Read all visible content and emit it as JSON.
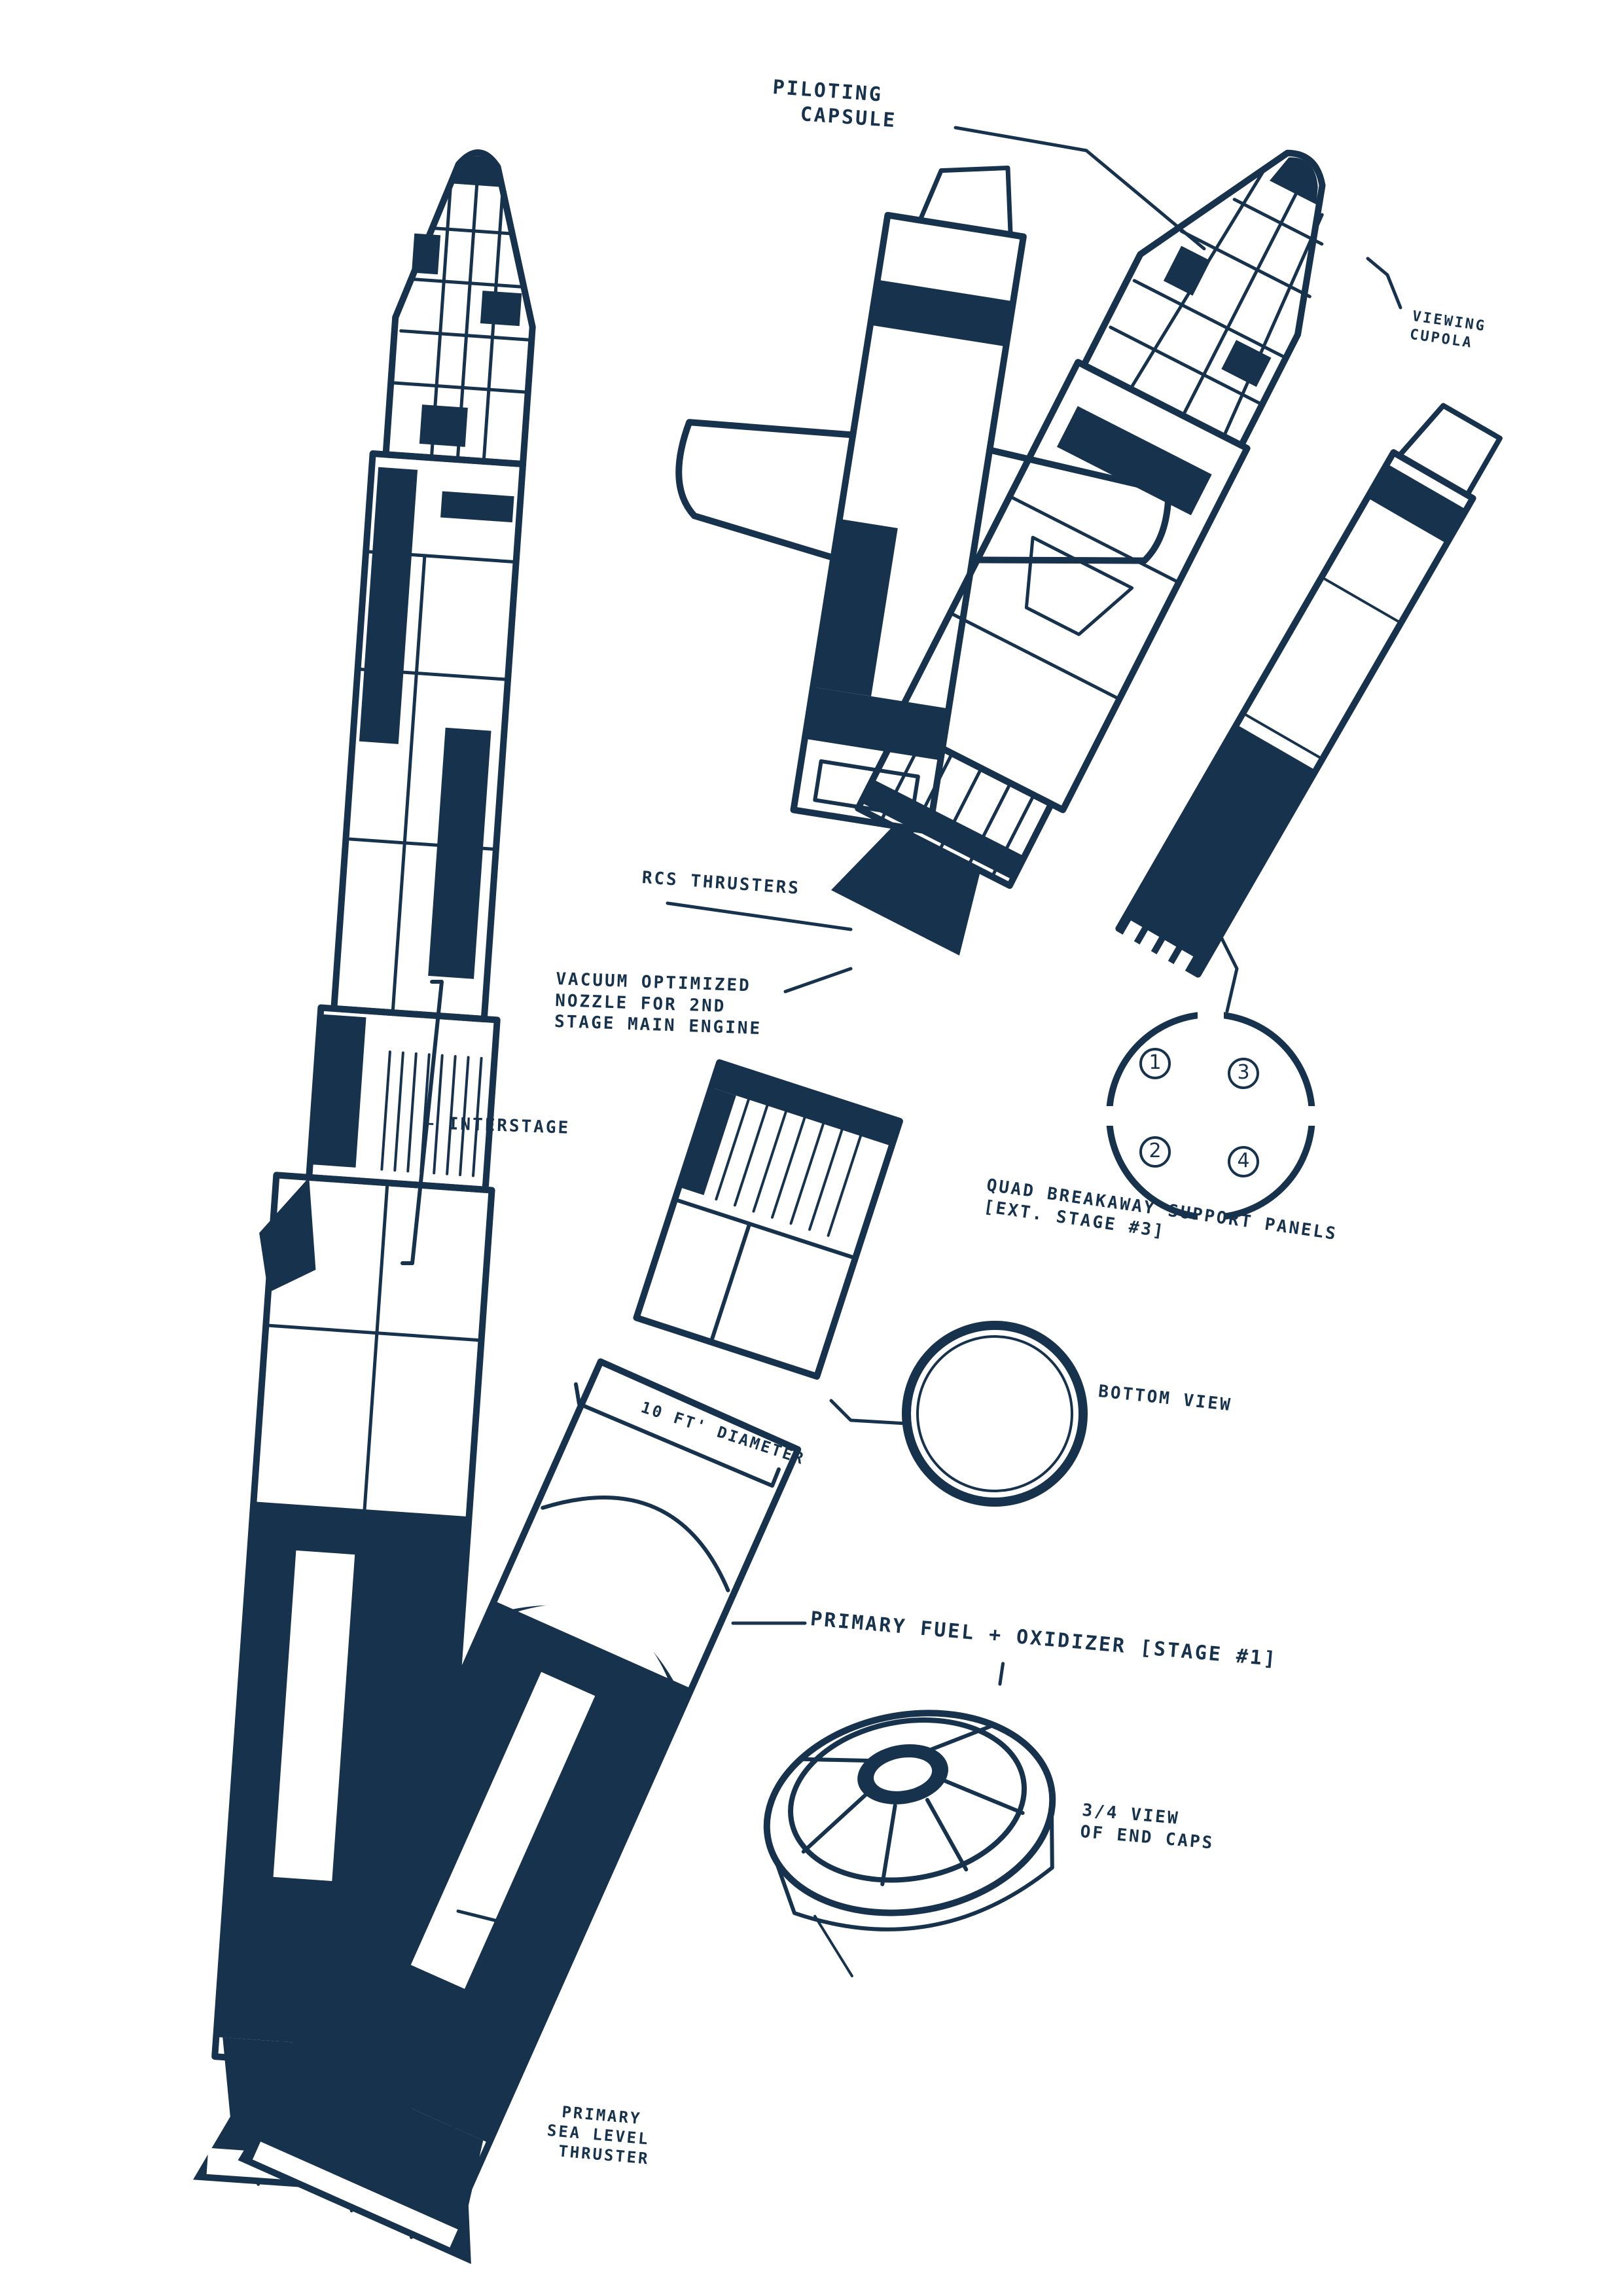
{
  "colors": {
    "ink": "#17324d",
    "paper": "#ffffff"
  },
  "labels": {
    "piloting_capsule_1": "Piloting",
    "piloting_capsule_2": "Capsule",
    "viewing_cupola_1": "Viewing",
    "viewing_cupola_2": "Cupola",
    "rcs_thrusters": "RCS Thrusters",
    "vacuum_nozzle_1": "Vacuum Optimized",
    "vacuum_nozzle_2": "Nozzle for 2nd",
    "vacuum_nozzle_3": "Stage Main Engine",
    "interstage": "← Interstage",
    "quad_panels_1": "Quad Breakaway Support Panels",
    "quad_panels_2": "[Ext. Stage #3]",
    "bottom_view": "Bottom View",
    "diameter": "10 ft' Diameter",
    "primary_fuel": "Primary Fuel + Oxidizer [Stage #1]",
    "end_caps_1": "3/4 View",
    "end_caps_2": "of End Caps",
    "sea_level_1": "Primary",
    "sea_level_2": "Sea Level",
    "sea_level_3": "Thruster"
  },
  "panel_numbers": [
    "1",
    "3",
    "2",
    "4"
  ]
}
